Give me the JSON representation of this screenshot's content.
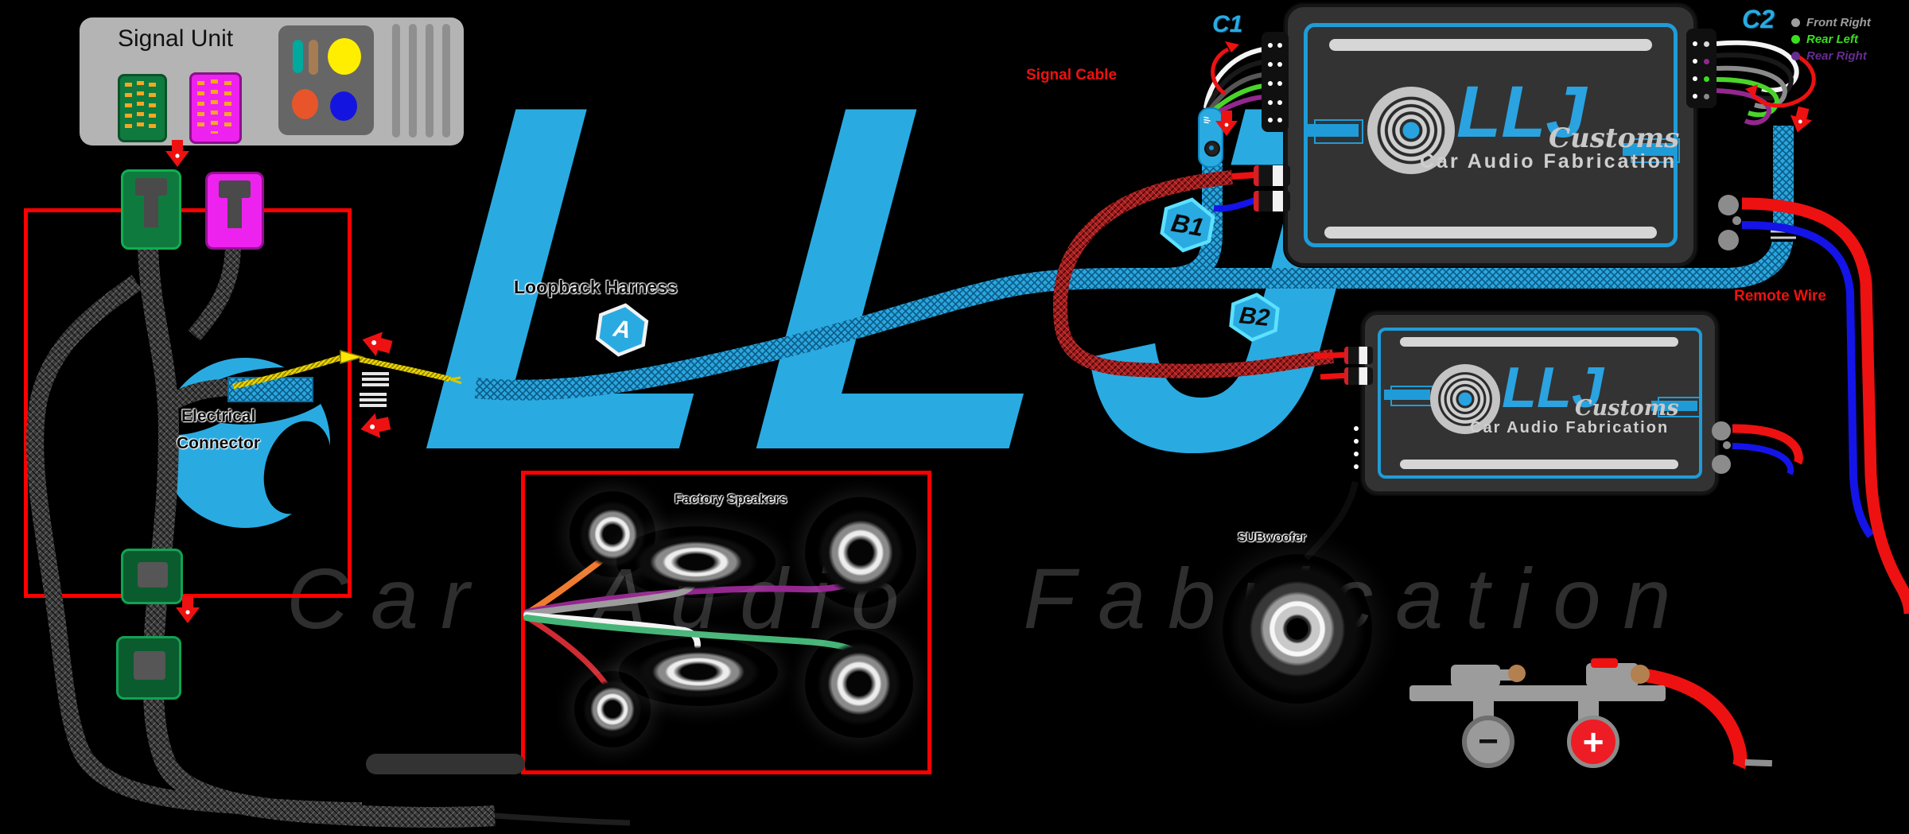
{
  "watermark": {
    "brand": "LLJ",
    "tagline": "Car Audio Fabrication"
  },
  "signal_unit": {
    "title": "Signal Unit"
  },
  "connector_label": {
    "line1": "Electrical",
    "line2": "Connector"
  },
  "labels": {
    "loopback_harness": "Loopback Harness",
    "factory_speakers": "Factory Speakers",
    "subwoofer": "SUBwoofer",
    "signal_cable": "Signal Cable",
    "remote_wire": "Remote Wire"
  },
  "markers": {
    "a": "A",
    "b1": "B1",
    "b2": "B2",
    "c1": "C1",
    "c2": "C2"
  },
  "legend": {
    "items": [
      {
        "label": "Front Right",
        "color": "#9d9d9d"
      },
      {
        "label": "Rear Left",
        "color": "#38e01e"
      },
      {
        "label": "Rear Right",
        "color": "#662d91"
      }
    ]
  },
  "amplifier": {
    "brand": "LLJ",
    "series": "Customs",
    "tagline": "Car Audio Fabrication"
  },
  "battery": {
    "negative": "−",
    "positive": "+"
  },
  "colors": {
    "accent_blue": "#29abe2",
    "annotation_red": "#ee1111",
    "legend_gray": "#9d9d9d",
    "legend_green": "#38e01e",
    "legend_purple": "#662d91",
    "amp_body": "#333333",
    "connector_green": "#0f7a3e",
    "connector_magenta": "#ee22ee",
    "wire_orange": "#ef7b30",
    "wire_white": "#f4f4f4",
    "wire_gray": "#9c9c9c",
    "wire_purple": "#93278f",
    "wire_green": "#45b577",
    "wire_red": "#cf2b33",
    "power_red": "#ee1111",
    "remote_blue": "#1414e8",
    "harness_yellow": "#e8d400"
  }
}
